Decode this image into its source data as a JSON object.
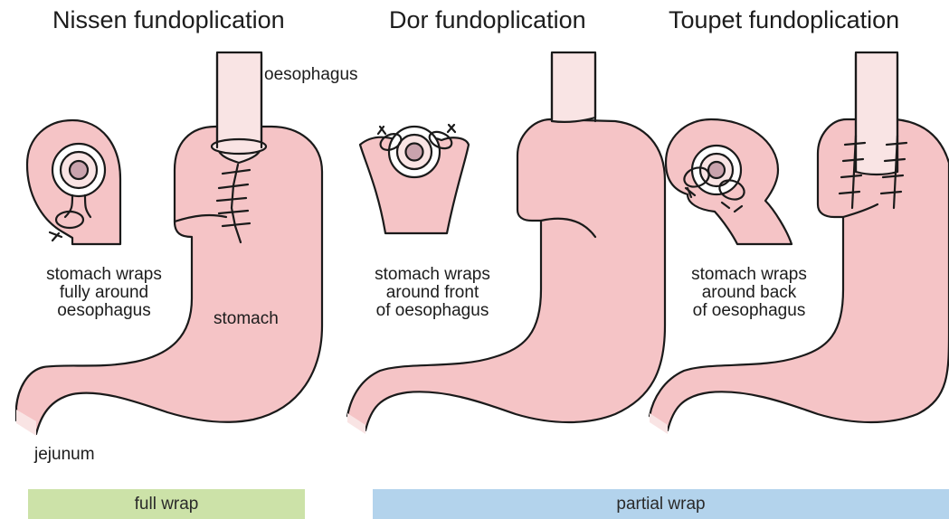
{
  "titles": {
    "nissen": "Nissen fundoplication",
    "dor": "Dor fundoplication",
    "toupet": "Toupet fundoplication"
  },
  "labels": {
    "oesophagus": "oesophagus",
    "stomach": "stomach",
    "jejunum": "jejunum"
  },
  "descriptions": {
    "nissen": [
      "stomach wraps",
      "fully around",
      "oesophagus"
    ],
    "dor": [
      "stomach wraps",
      "around front",
      "of oesophagus"
    ],
    "toupet": [
      "stomach wraps",
      "around back",
      "of oesophagus"
    ]
  },
  "bars": {
    "full": {
      "label": "full wrap",
      "color": "#cce2a8"
    },
    "partial": {
      "label": "partial wrap",
      "color": "#b3d3ec"
    }
  },
  "colors": {
    "stomach_fill": "#f5c4c6",
    "oesophagus_fill": "#f9e4e4",
    "lumen_fill": "#c9a3ad",
    "outline": "#1a1a1a"
  }
}
